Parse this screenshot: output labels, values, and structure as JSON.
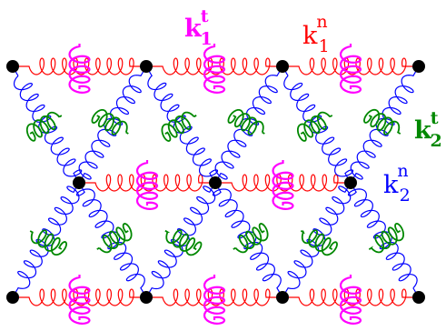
{
  "colors": {
    "normal_row": "#ff0000",
    "tangential_row": "#ff00ff",
    "normal_diag": "#0000ff",
    "tangential_diag": "#008800",
    "node": "#000000"
  },
  "labels": {
    "k1t": {
      "base": "k",
      "sub": "1",
      "sup": "t",
      "color": "#ff00ff",
      "bold": true
    },
    "k1n": {
      "base": "k",
      "sub": "1",
      "sup": "n",
      "color": "#ff0000",
      "bold": false
    },
    "k2t": {
      "base": "k",
      "sub": "2",
      "sup": "t",
      "color": "#008800",
      "bold": true
    },
    "k2n": {
      "base": "k",
      "sub": "2",
      "sup": "n",
      "color": "#0000ff",
      "bold": false
    }
  }
}
